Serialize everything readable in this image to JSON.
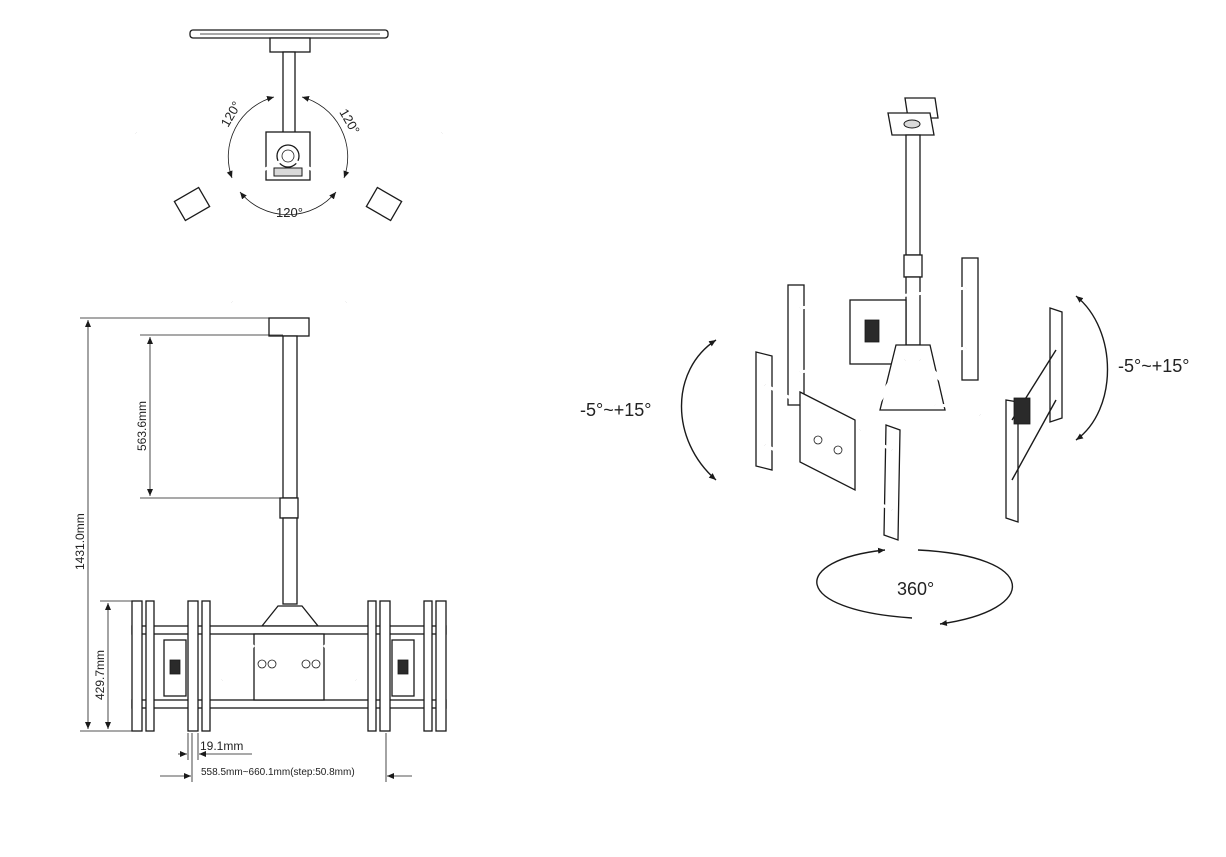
{
  "top_view": {
    "angle_left": "120°",
    "angle_right": "120°",
    "angle_bottom": "120°"
  },
  "front_view": {
    "overall_height": "1431.0mm",
    "pole_adjust": "563.6mm",
    "frame_height": "429.7mm",
    "offset": "19.1mm",
    "width_range": "558.5mm~660.1mm(step:50.8mm)"
  },
  "iso_view": {
    "tilt_left": "-5°~+15°",
    "tilt_right": "-5°~+15°",
    "rotation": "360°"
  },
  "colors": {
    "line": "#1a1a1a",
    "background": "#ffffff"
  }
}
